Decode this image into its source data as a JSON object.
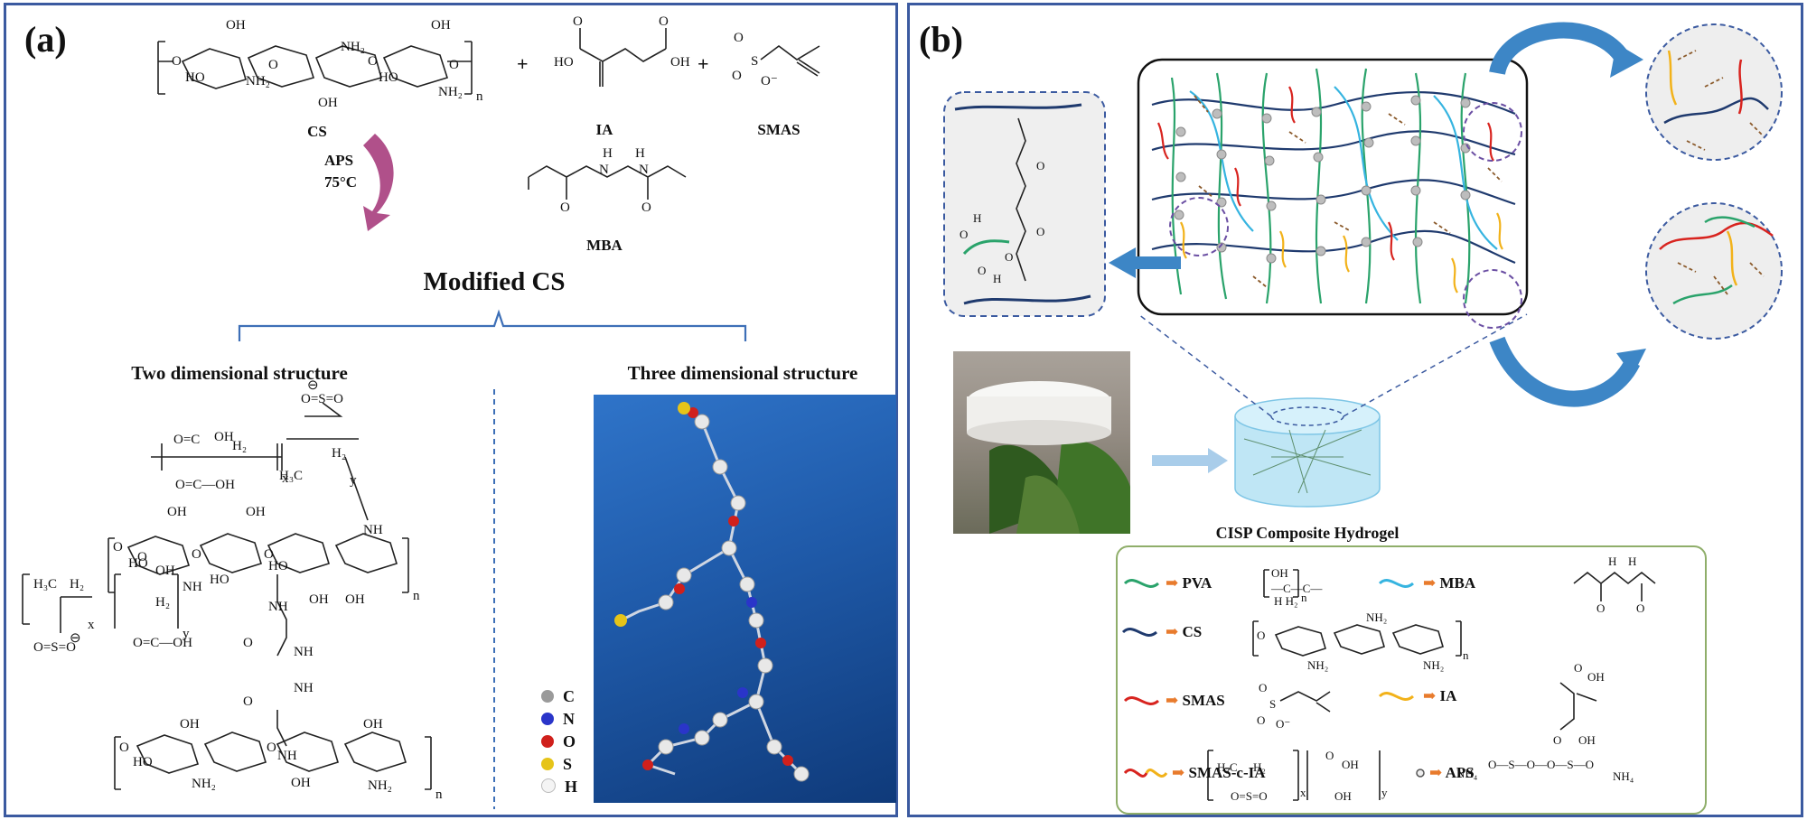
{
  "panel_a": {
    "tag": "(a)",
    "cs_label": "CS",
    "ia_label": "IA",
    "smas_label": "SMAS",
    "plus": "+",
    "aps": "APS",
    "temp": "75°C",
    "mba_label": "MBA",
    "product": "Modified CS",
    "two_d": "Two dimensional structure",
    "three_d": "Three dimensional structure",
    "atom_key": [
      "C",
      "N",
      "O",
      "S",
      "H"
    ]
  },
  "panel_b": {
    "tag": "(b)",
    "hydrogel_label": "CISP Composite Hydrogel",
    "legend": {
      "pva": "PVA",
      "mba": "MBA",
      "cs": "CS",
      "smas": "SMAS",
      "ia": "IA",
      "smas_c_ia": "SMAS-c-IA",
      "aps": "APS",
      "arrow": "➡"
    }
  },
  "colors": {
    "frame": "#3b5aa0",
    "cs_chain": "#1f3a6e",
    "pva_chain": "#2aa36b",
    "mba_chain": "#36b4e0",
    "smas_chain": "#d8241f",
    "ia_chain": "#f2b21a",
    "legend_bg": "#e9f2d9",
    "reaction_arrow": "#b0508a",
    "flow_arrow": "#3d86c6"
  },
  "icons": {
    "reaction_arrow": "curved-down-arrow-icon",
    "flow_arrow": "right-arrow-icon"
  }
}
